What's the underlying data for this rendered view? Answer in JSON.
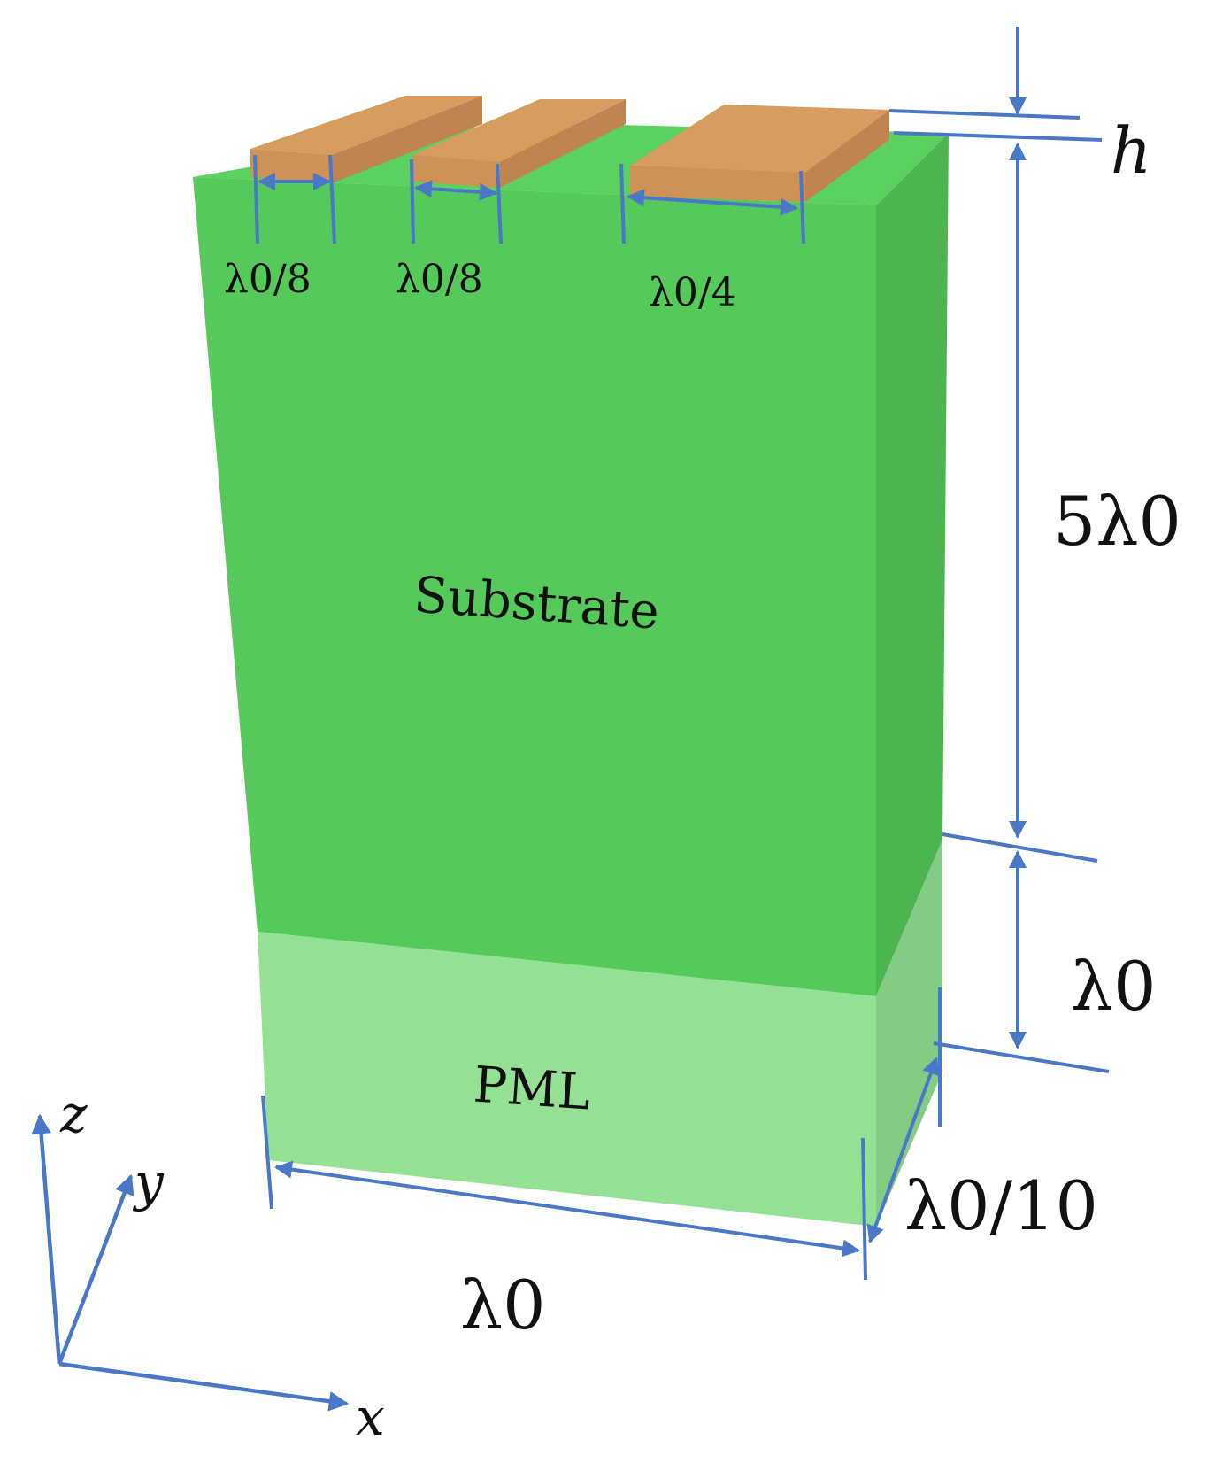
{
  "diagram": {
    "layers": {
      "substrate": {
        "label": "Substrate",
        "color_front": "#55c95a",
        "color_side": "#4cb54f",
        "color_top": "#5bd160"
      },
      "pml": {
        "label": "PML",
        "color_front": "#95e193",
        "color_side": "#84cc84"
      },
      "strips_color_top": "#d89d5e",
      "strips_color_side": "#c08450"
    },
    "dimensions": {
      "strip1_width": "λ0/8",
      "strip2_width": "λ0/8",
      "strip3_width": "λ0/4",
      "strip_height": "h",
      "substrate_height": "5λ0",
      "pml_height": "λ0",
      "width_x": "λ0",
      "depth_y": "λ0/10"
    },
    "axes": {
      "x": "x",
      "y": "y",
      "z": "z"
    },
    "dimension_color": "#4a78c8"
  }
}
